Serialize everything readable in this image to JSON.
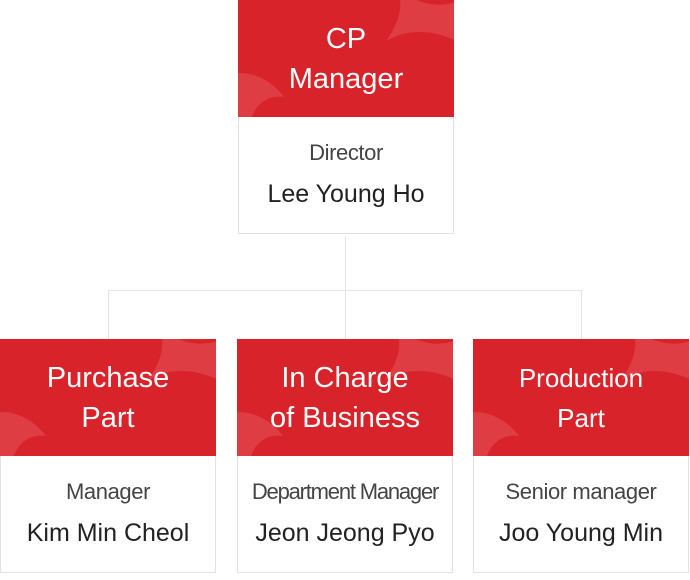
{
  "top": {
    "title": [
      "CP",
      "Manager"
    ],
    "role": "Director",
    "name": "Lee Young Ho"
  },
  "children": [
    {
      "title": [
        "Purchase",
        "Part"
      ],
      "role": "Manager",
      "name": "Kim Min Cheol"
    },
    {
      "title": [
        "In Charge",
        "of Business"
      ],
      "role": "Department Manager",
      "name": "Jeon Jeong Pyo"
    },
    {
      "title": [
        "Production",
        "Part"
      ],
      "role": "Senior manager",
      "name": "Joo Young Min"
    }
  ],
  "colors": {
    "header": "#d9232a",
    "connector": "#e4e4e4",
    "border": "#e2e2e2"
  }
}
